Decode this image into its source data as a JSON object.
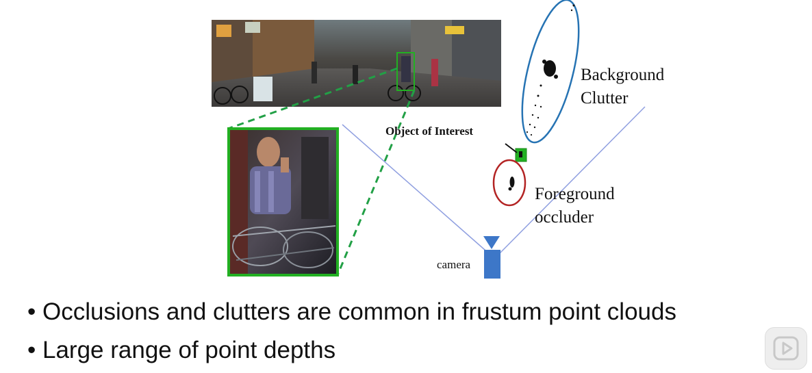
{
  "figure": {
    "labels": {
      "object_of_interest": "Object of Interest",
      "background": [
        "Background",
        "Clutter"
      ],
      "foreground": [
        "Foreground",
        "occluder"
      ],
      "camera": "camera"
    },
    "colors": {
      "highlight_green": "#22b022",
      "clutter_ellipse": "#2673b3",
      "occluder_ellipse": "#b32424",
      "camera_blue": "#3d77c8",
      "frustum_line": "#8f9fe0"
    }
  },
  "bullets": [
    "Occlusions and clutters are common in frustum point clouds",
    "Large range of point depths"
  ],
  "watermark": {
    "icon": "play-icon"
  }
}
